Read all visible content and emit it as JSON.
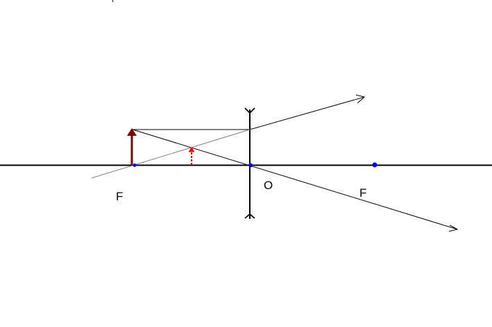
{
  "labels": {
    "focus_left": "F",
    "optical_center": "O",
    "focus_right": "F"
  },
  "colors": {
    "axis": "#000000",
    "lens": "#000000",
    "construction_ray": "#000000",
    "extended_ray": "#808080",
    "object": "#7a0000",
    "image": "#ff0000",
    "points": "#0000ff"
  },
  "lens_type": "diverging"
}
